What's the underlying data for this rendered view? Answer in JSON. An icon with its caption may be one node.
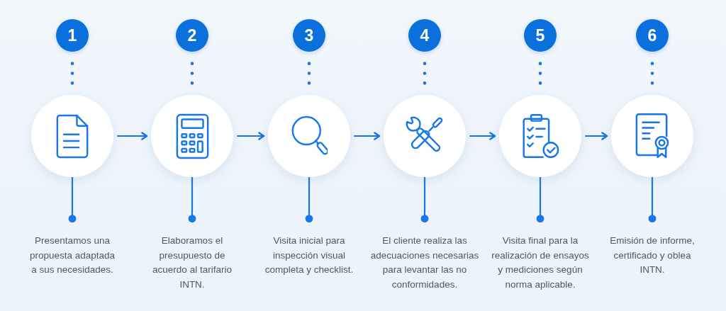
{
  "diagram": {
    "nodes": [
      {
        "text": [
          "1"
        ]
      },
      {
        "text": [],
        "shape": "circle"
      },
      {
        "text": [
          "Presentamos una propuesta adaptada a sus necesidades."
        ]
      },
      {
        "text": [
          "2"
        ]
      },
      {
        "text": [],
        "shape": "circle"
      },
      {
        "text": [
          "Elaboramos el presupuesto de acuerdo al tarifario INTN."
        ]
      },
      {
        "text": [
          "3"
        ]
      },
      {
        "text": [],
        "shape": "circle"
      },
      {
        "text": [
          "Visita inicial para inspección visual completa y checklist."
        ]
      },
      {
        "text": [
          "4"
        ]
      },
      {
        "text": [],
        "shape": "circle"
      },
      {
        "text": [
          "El cliente realiza las adecuaciones necesarias para levantar las no conformidades."
        ]
      },
      {
        "text": [
          "5"
        ]
      },
      {
        "text": [],
        "shape": "circle"
      },
      {
        "text": [
          "Visita final para la realización de ensayos y mediciones según norma aplicable."
        ]
      },
      {
        "text": [
          "6"
        ]
      },
      {
        "text": [],
        "shape": "circle"
      },
      {
        "text": [
          "Emisión de informe, certificado y oblea INTN."
        ]
      }
    ],
    "edges": [
      {
        "from": 0,
        "to": 1,
        "arrow": "none",
        "style": "dashed"
      },
      {
        "from": 1,
        "to": 2,
        "arrow": "other"
      },
      {
        "from": 1,
        "to": 4,
        "arrow": "to"
      },
      {
        "from": 3,
        "to": 4,
        "arrow": "none",
        "style": "dashed"
      },
      {
        "from": 4,
        "to": 5,
        "arrow": "other"
      },
      {
        "from": 4,
        "to": 7,
        "arrow": "to"
      },
      {
        "from": 6,
        "to": 7,
        "arrow": "none",
        "style": "dashed"
      },
      {
        "from": 7,
        "to": 8,
        "arrow": "other"
      },
      {
        "from": 7,
        "to": 10,
        "arrow": "to"
      },
      {
        "from": 9,
        "to": 10,
        "arrow": "none",
        "style": "dashed"
      },
      {
        "from": 10,
        "to": 11,
        "arrow": "other"
      },
      {
        "from": 10,
        "to": 13,
        "arrow": "to"
      },
      {
        "from": 12,
        "to": 13,
        "arrow": "none",
        "style": "dashed"
      },
      {
        "from": 13,
        "to": 14,
        "arrow": "other"
      },
      {
        "from": 13,
        "to": 16,
        "arrow": "to"
      },
      {
        "from": 15,
        "to": 16,
        "arrow": "none",
        "style": "dashed"
      },
      {
        "from": 16,
        "to": 17,
        "arrow": "other"
      }
    ]
  }
}
